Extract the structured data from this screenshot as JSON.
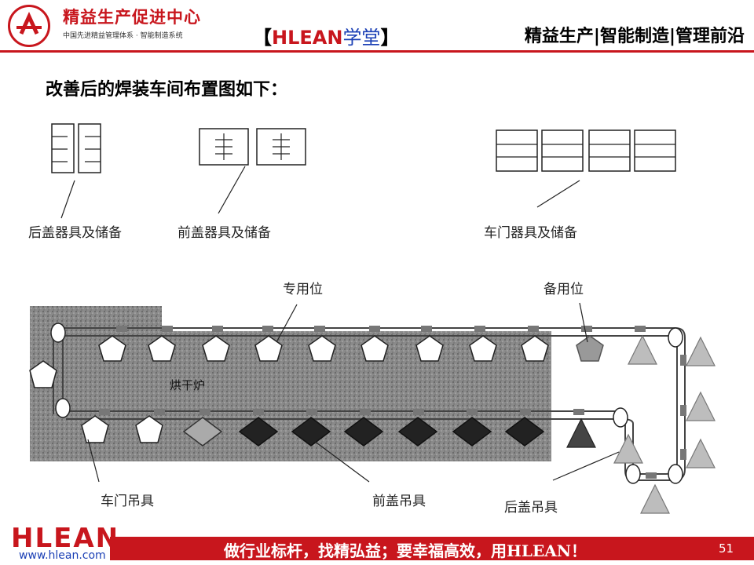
{
  "header": {
    "logo_title": "精益生产促进中心",
    "logo_subtitle": "中国先进精益管理体系 · 智能制造系统",
    "tag_open": "【",
    "tag_brand": "HLEAN",
    "tag_school": "学堂",
    "tag_close": "】",
    "tagline": "精益生产|智能制造|管理前沿"
  },
  "slide": {
    "title": "改善后的焊装车间布置图如下："
  },
  "diagram": {
    "labels": {
      "rear_cover_fixture_storage": "后盖器具及储备",
      "front_cover_fixture_storage": "前盖器具及储备",
      "door_fixture_storage": "车门器具及储备",
      "dedicated_position": "专用位",
      "spare_position": "备用位",
      "drying_oven": "烘干炉",
      "door_hanger": "车门吊具",
      "front_cover_hanger": "前盖吊具",
      "rear_cover_hanger": "后盖吊具"
    }
  },
  "footer": {
    "logo": "HLEAN",
    "url": "www.hlean.com",
    "slogan": "做行业标杆，找精弘益；要幸福高效，用HLEAN！",
    "page_number": "51"
  },
  "colors": {
    "brand_red": "#c8161d",
    "brand_blue": "#1a3fb5"
  }
}
